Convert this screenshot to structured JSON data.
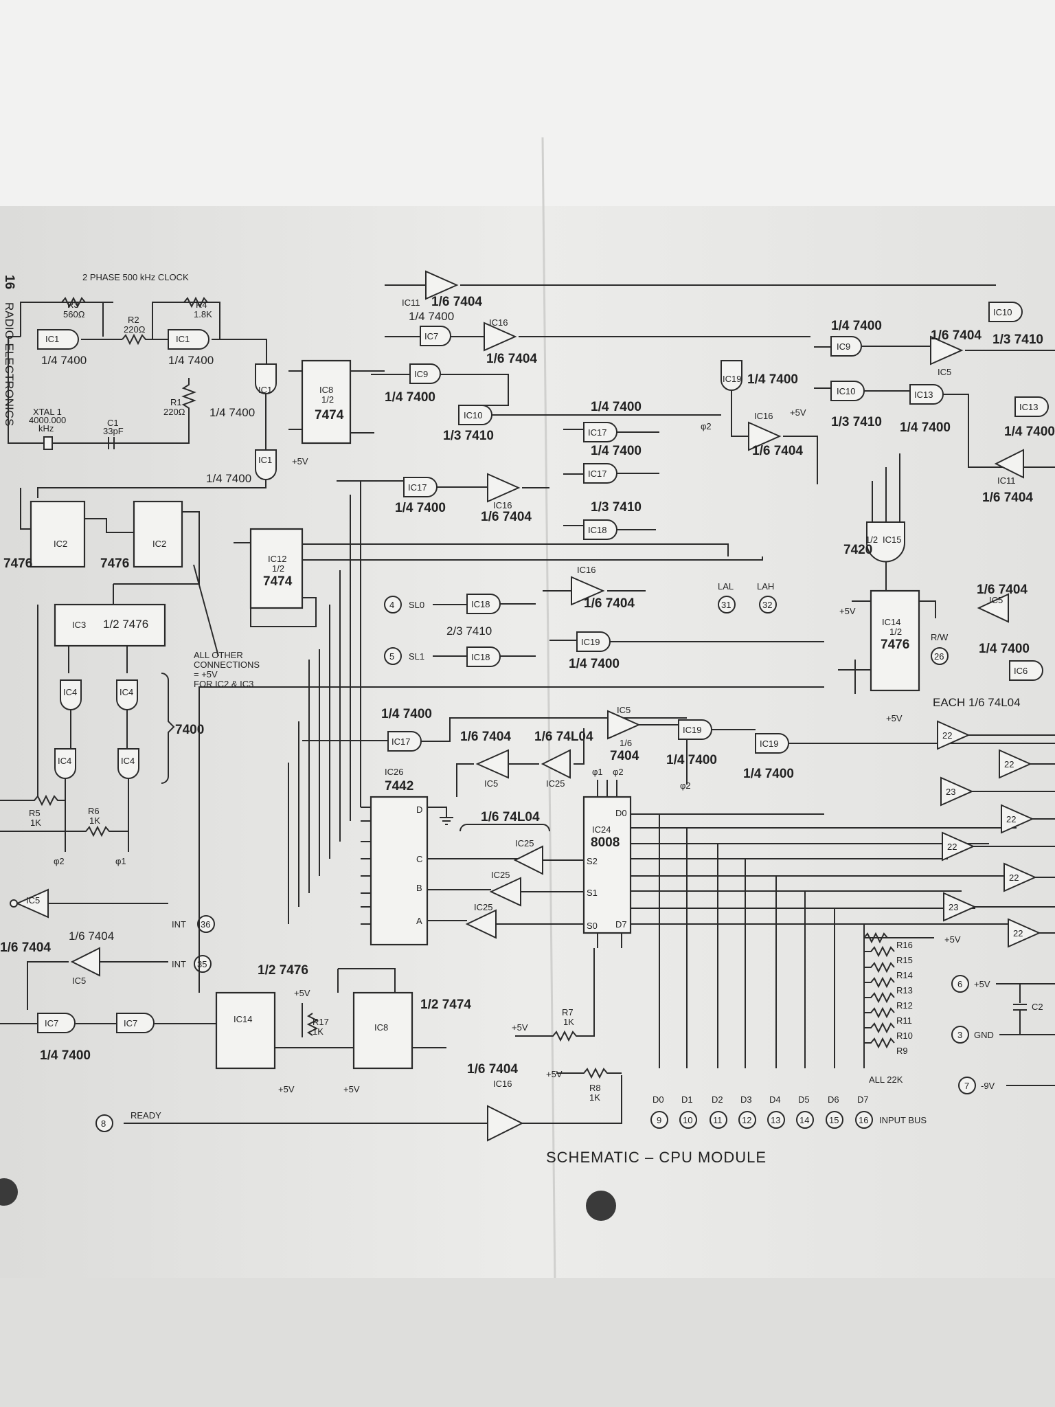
{
  "page": {
    "page_number": "16",
    "magazine": "RADIO-ELECTRONICS",
    "clock_title": "2 PHASE 500 kHz CLOCK",
    "caption": "SCHEMATIC – CPU MODULE",
    "all_other": [
      "ALL OTHER",
      "CONNECTIONS",
      "= +5V",
      "FOR IC2 & IC3"
    ],
    "input_bus": "INPUT BUS",
    "ready": "READY"
  },
  "components": {
    "R3": [
      "R3",
      "560Ω"
    ],
    "R2": [
      "R2",
      "220Ω"
    ],
    "R4": [
      "R4",
      "1.8K"
    ],
    "R1": [
      "R1",
      "220Ω"
    ],
    "XTAL": [
      "XTAL 1",
      "4000.000",
      "kHz"
    ],
    "C1": [
      "C1",
      "33pF"
    ],
    "R5": [
      "R5",
      "1K"
    ],
    "R6": [
      "R6",
      "1K"
    ],
    "R7": [
      "R7",
      "1K"
    ],
    "R8": [
      "R8",
      "1K"
    ],
    "R17": [
      "R17",
      "1K"
    ],
    "pull_ups": [
      "R16",
      "R15",
      "R14",
      "R13",
      "R12",
      "R11",
      "R10",
      "R9"
    ],
    "all_22k": "ALL 22K",
    "C2": "C2"
  },
  "chips": {
    "ic24": [
      "IC24",
      "8008"
    ],
    "ic24_pins_left": [
      "S2",
      "S1",
      "S0"
    ],
    "ic24_pins_right": [
      "D0",
      "D7"
    ],
    "ic26": [
      "IC26",
      "7442"
    ],
    "ic26_pins": [
      "D",
      "C",
      "B",
      "A"
    ],
    "ic8_top": [
      "IC8",
      "1/2",
      "7474"
    ],
    "ic12": [
      "IC12",
      "1/2",
      "7474"
    ],
    "ic2a": "IC2",
    "ic2b": "IC2",
    "ic3": [
      "IC3",
      "1/2 7476"
    ],
    "ic14_bot": "IC14",
    "ic8_bot": "IC8",
    "ic14_right": [
      "IC14",
      "1/2",
      "7476"
    ],
    "ic15": [
      "1/2",
      "IC15",
      "7420"
    ]
  },
  "part_labels": {
    "p7400": "1/4 7400",
    "p7404": "1/6 7404",
    "p7410": "1/3 7410",
    "p7410b": "2/3 7410",
    "p74L04": "1/6 74L04",
    "p7400_only": "7400",
    "p7476": "7476",
    "p7476_half": "1/2 7476",
    "p7474_half": "1/2 7474",
    "p7420_half": "1/2 7420",
    "each_74L04": "EACH 1/6 74L04",
    "p7404_short": "1/6",
    "p7404_only": "7404"
  },
  "signals": {
    "SL0": "SL0",
    "SL1": "SL1",
    "LAL": "LAL",
    "LAH": "LAH",
    "RW": "R/W",
    "INT": "INT",
    "INT2": "INT",
    "plus5": "+5V",
    "minus9": "-9V",
    "GND": "GND",
    "phi1": "φ1",
    "phi2": "φ2"
  },
  "connectors": {
    "sl0": "4",
    "sl1": "5",
    "lal": "31",
    "lah": "32",
    "rw": "26",
    "int1": "36",
    "int2": "35",
    "ready": "8",
    "plus5v": "6",
    "gnd": "3",
    "minus9v": "7"
  },
  "bus": {
    "lines": [
      "D0",
      "D1",
      "D2",
      "D3",
      "D4",
      "D5",
      "D6",
      "D7"
    ],
    "pins": [
      "9",
      "10",
      "11",
      "12",
      "13",
      "14",
      "15",
      "16"
    ]
  },
  "gate_ids": {
    "IC1": "IC1",
    "IC4": "IC4",
    "IC5": "IC5",
    "IC6": "IC6",
    "IC7": "IC7",
    "IC9": "IC9",
    "IC10": "IC10",
    "IC11": "IC11",
    "IC13": "IC13",
    "IC16": "IC16",
    "IC17": "IC17",
    "IC18": "IC18",
    "IC19": "IC19",
    "IC22": "22",
    "IC23": "23",
    "IC25": "IC25"
  }
}
